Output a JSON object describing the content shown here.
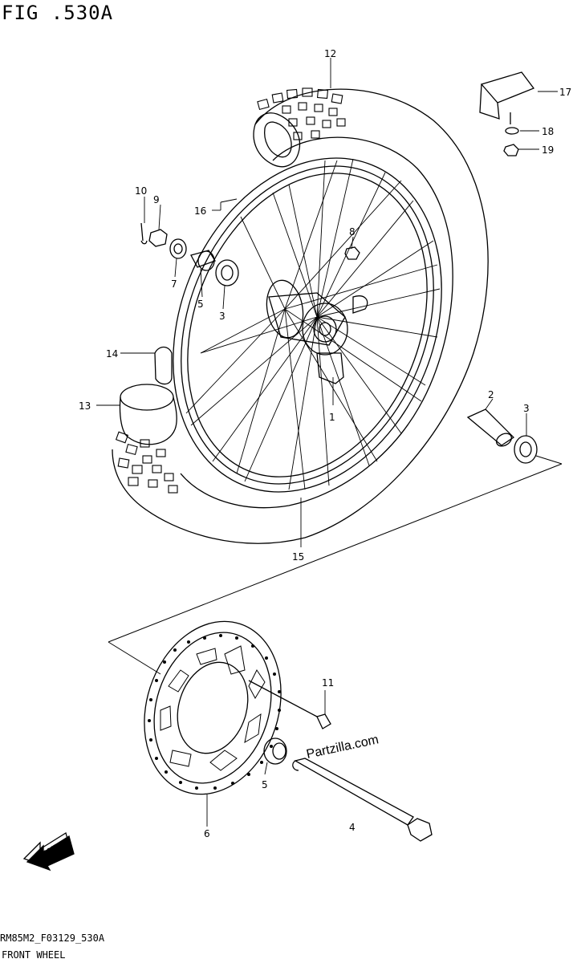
{
  "header": {
    "title": "FIG .530A"
  },
  "footer": {
    "code": "RM85M2_F03129_530A",
    "name": "FRONT WHEEL"
  },
  "watermark": {
    "text": "Partzilla.com"
  },
  "fwd_badge": {
    "text": "FWD"
  },
  "callouts": [
    "1",
    "2",
    "3",
    "3",
    "4",
    "5",
    "5",
    "6",
    "7",
    "8",
    "9",
    "10",
    "11",
    "12",
    "13",
    "14",
    "15",
    "16",
    "17",
    "18",
    "19"
  ]
}
